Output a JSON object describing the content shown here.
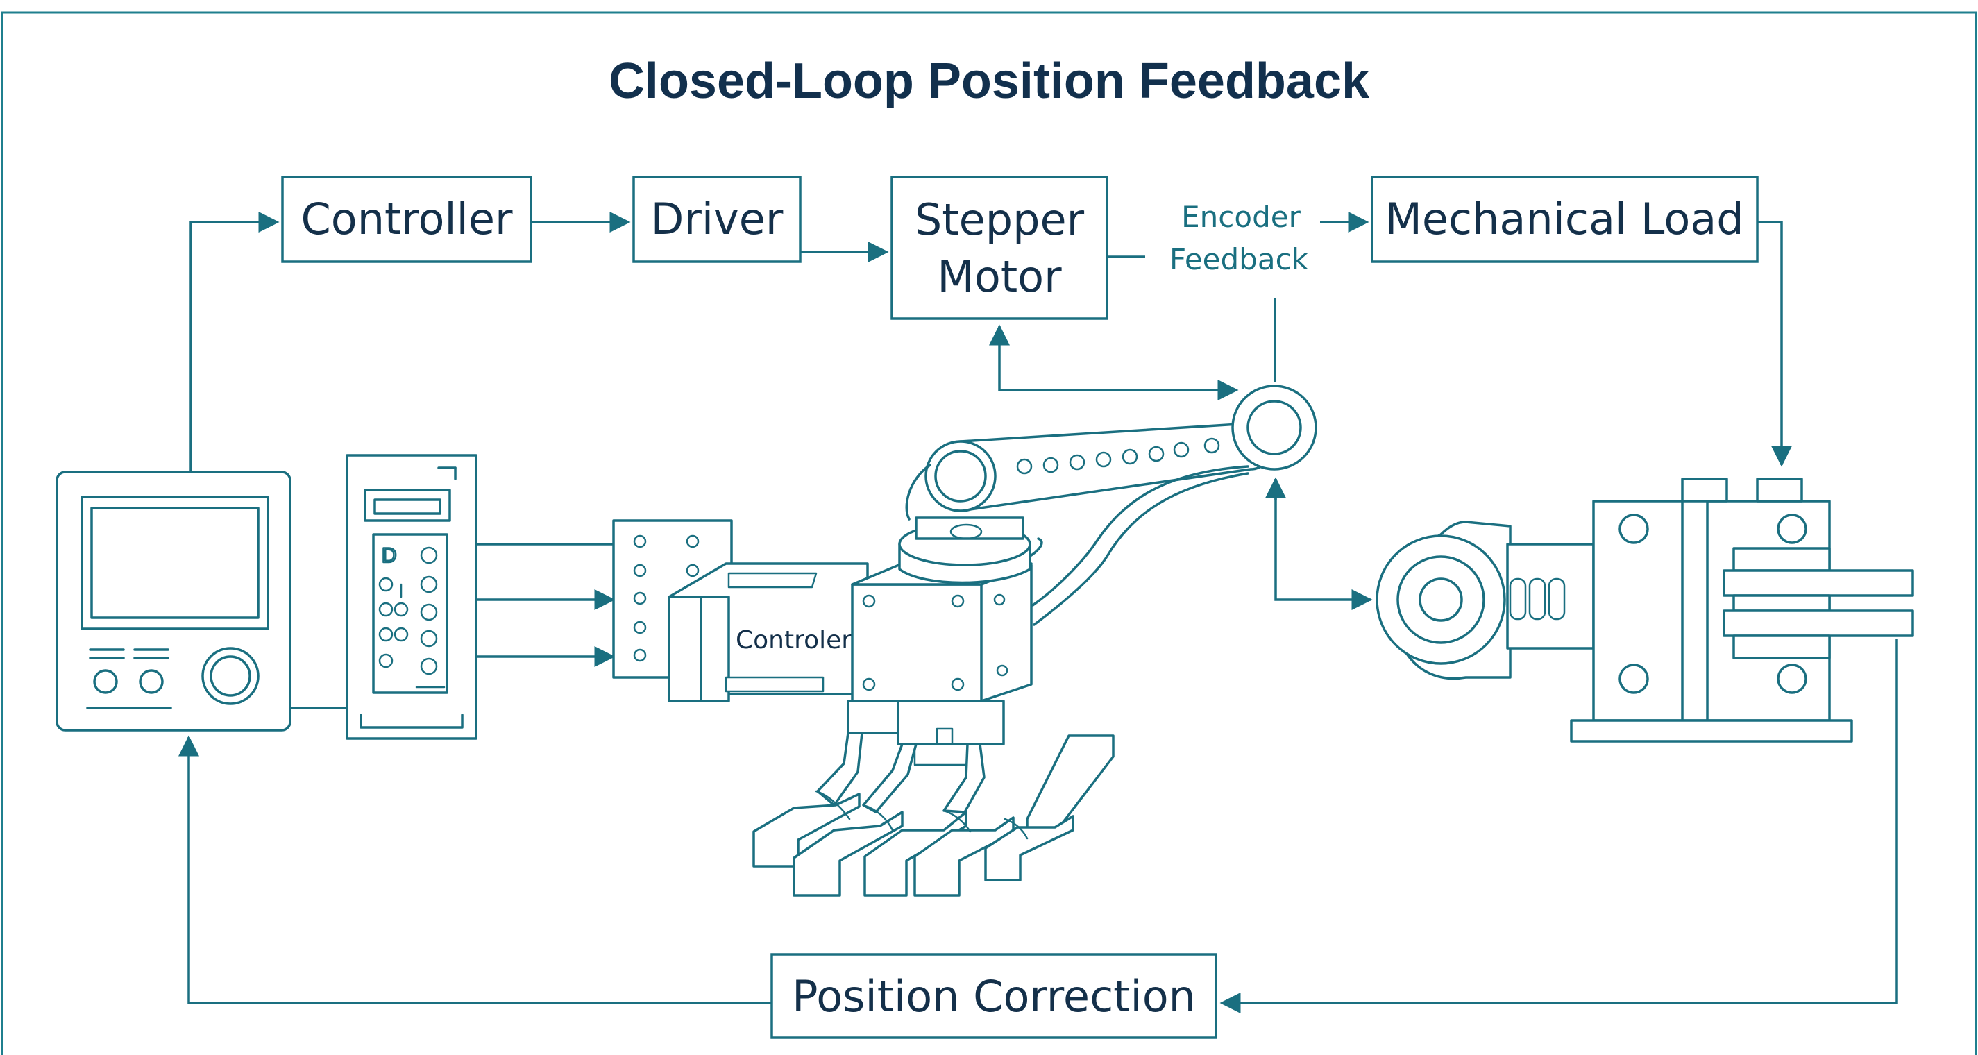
{
  "title": "Closed-Loop Position Feedback",
  "nodes": {
    "controller": "Controller",
    "driver": "Driver",
    "stepper_motor_line1": "Stepper",
    "stepper_motor_line2": "Motor",
    "encoder_feedback_line1": "Encoder",
    "encoder_feedback_line2": "Feedback",
    "mechanical_load": "Mechanical Load",
    "position_correction": "Position Correction"
  },
  "illustration": {
    "robot_base_label": "Controler"
  },
  "colors": {
    "line": "#1a6f80",
    "title": "#12304d",
    "text": "#14304a",
    "frame": "#1f7f8e",
    "background": "#ffffff"
  }
}
